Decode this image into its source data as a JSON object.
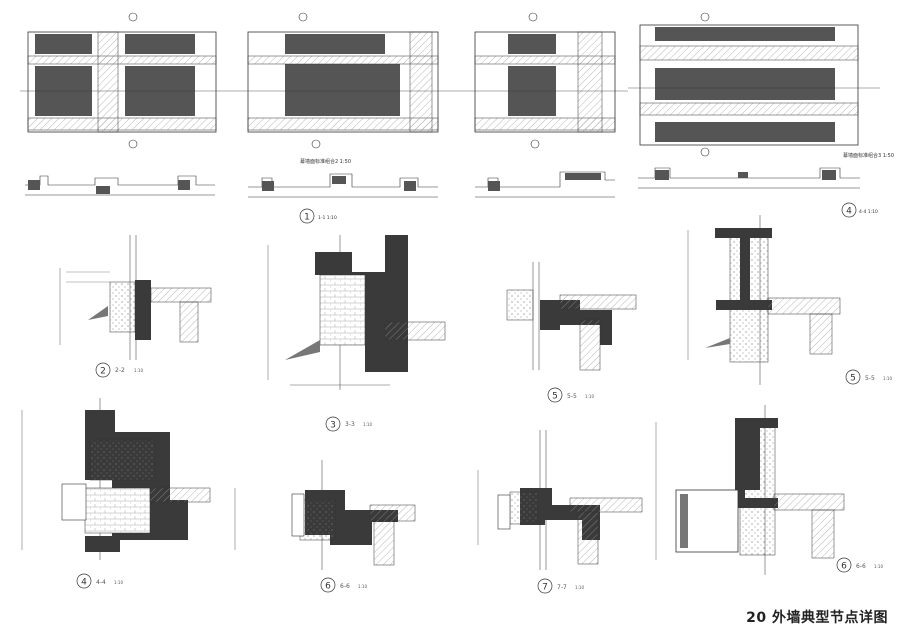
{
  "sheet_title": "20 外墙典型节点详图",
  "elevations": [
    {
      "id": "elev-1",
      "caption": "",
      "marker": "1",
      "marker_suffix": "1-1 1:10"
    },
    {
      "id": "elev-2",
      "caption": "",
      "marker": "",
      "marker_suffix": ""
    },
    {
      "id": "elev-3",
      "caption": "",
      "marker": "",
      "marker_suffix": ""
    },
    {
      "id": "elev-4",
      "caption": "",
      "marker": "4",
      "marker_suffix": "4-4 1:10"
    }
  ],
  "elevation_captions": {
    "left": "幕墙面标准组合2 1:50",
    "right": "幕墙面标准组合3 1:50"
  },
  "details": [
    {
      "id": "detail-2",
      "number": "2",
      "label": "2-2",
      "scale": "1:10"
    },
    {
      "id": "detail-3",
      "number": "3",
      "label": "3-3",
      "scale": "1:10"
    },
    {
      "id": "detail-5a",
      "number": "5",
      "label": "5-5",
      "scale": "1:10"
    },
    {
      "id": "detail-5b",
      "number": "5",
      "label": "5-5",
      "scale": "1:10"
    },
    {
      "id": "detail-4",
      "number": "4",
      "label": "4-4",
      "scale": "1:10"
    },
    {
      "id": "detail-6a",
      "number": "6",
      "label": "6-6",
      "scale": "1:10"
    },
    {
      "id": "detail-7",
      "number": "7",
      "label": "7-7",
      "scale": "1:10"
    },
    {
      "id": "detail-6b",
      "number": "6",
      "label": "6-6",
      "scale": "1:10"
    }
  ],
  "colors": {
    "line": "#222222",
    "solid": "#3a3a3a",
    "glass": "#555555",
    "light": "#cfcfcf",
    "hatch": "#9a9a9a"
  }
}
